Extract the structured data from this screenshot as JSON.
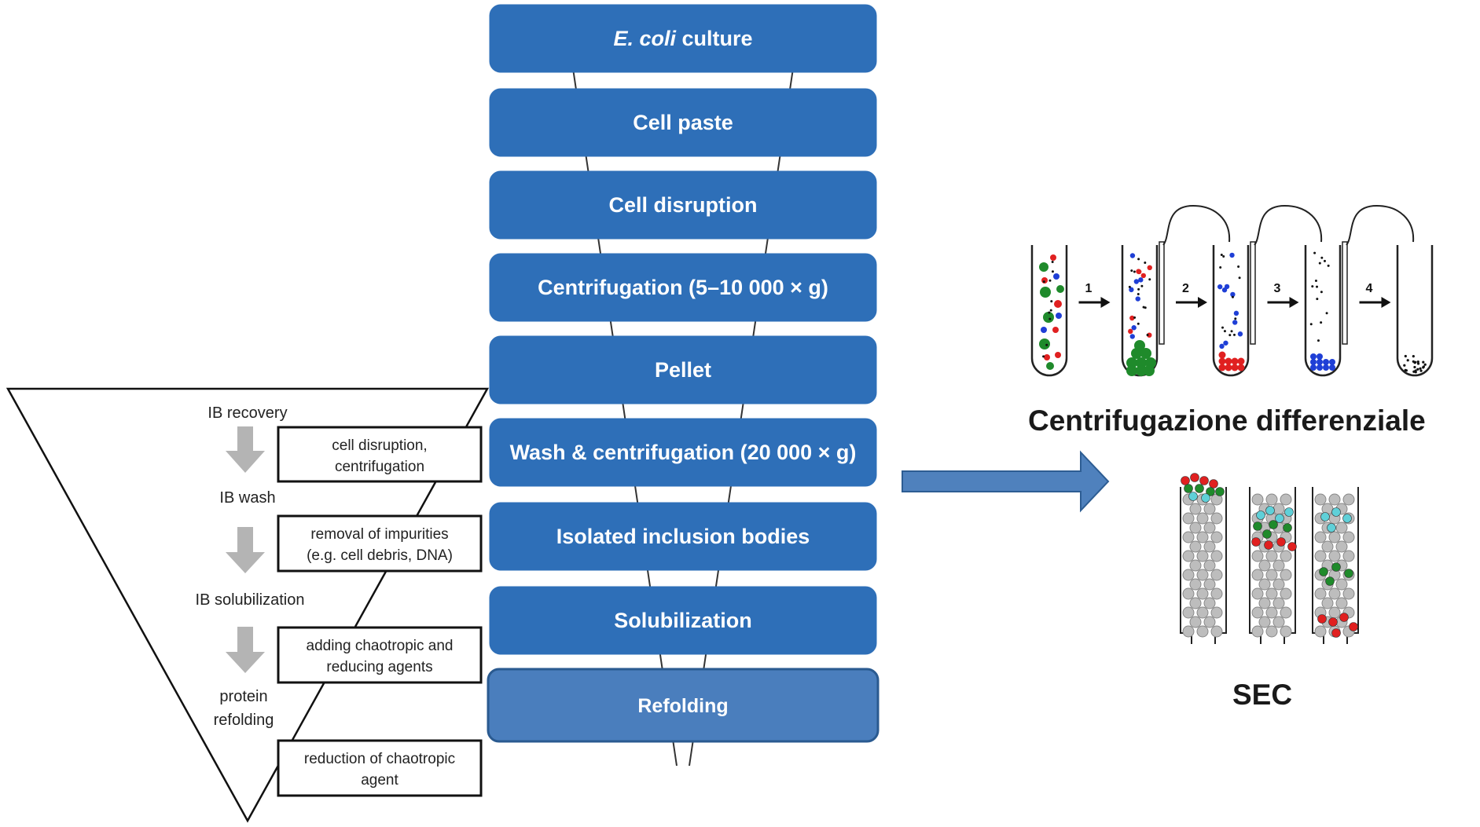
{
  "flow_steps": [
    {
      "label_italic": "E. coli",
      "label": " culture"
    },
    {
      "label_italic": "",
      "label": "Cell paste"
    },
    {
      "label_italic": "",
      "label": "Cell disruption"
    },
    {
      "label_italic": "",
      "label": "Centrifugation (5–10 000 × g)"
    },
    {
      "label_italic": "",
      "label": "Pellet"
    },
    {
      "label_italic": "",
      "label": "Wash & centrifugation (20 000 × g)"
    },
    {
      "label_italic": "",
      "label": "Isolated inclusion bodies"
    },
    {
      "label_italic": "",
      "label": "Solubilization"
    },
    {
      "label_italic": "",
      "label": "Refolding"
    }
  ],
  "funnel": {
    "stages": [
      "IB recovery",
      "IB wash",
      "IB solubilization",
      "protein",
      "refolding"
    ],
    "boxes": [
      [
        "cell disruption,",
        "centrifugation"
      ],
      [
        "removal of impurities",
        "(e.g. cell debris, DNA)"
      ],
      [
        "adding chaotropic and",
        "reducing agents"
      ],
      [
        "reduction of chaotropic",
        "agent"
      ]
    ]
  },
  "centrifugation": {
    "steps": [
      "1",
      "2",
      "3",
      "4"
    ],
    "caption": "Centrifugazione differenziale"
  },
  "sec": {
    "caption": "SEC"
  },
  "colors": {
    "step_blue": "#2e6fb8",
    "step_text": "#ffffff",
    "refolding_blue": "#4a7ebd",
    "arrow_fill": "#4f81bd",
    "arrow_stroke": "#2d5d93",
    "green": "#1f8a2b",
    "red": "#e02020",
    "blue": "#1f3fd6",
    "bead": "#bdbdbd",
    "cyan": "#5fd0d8"
  }
}
